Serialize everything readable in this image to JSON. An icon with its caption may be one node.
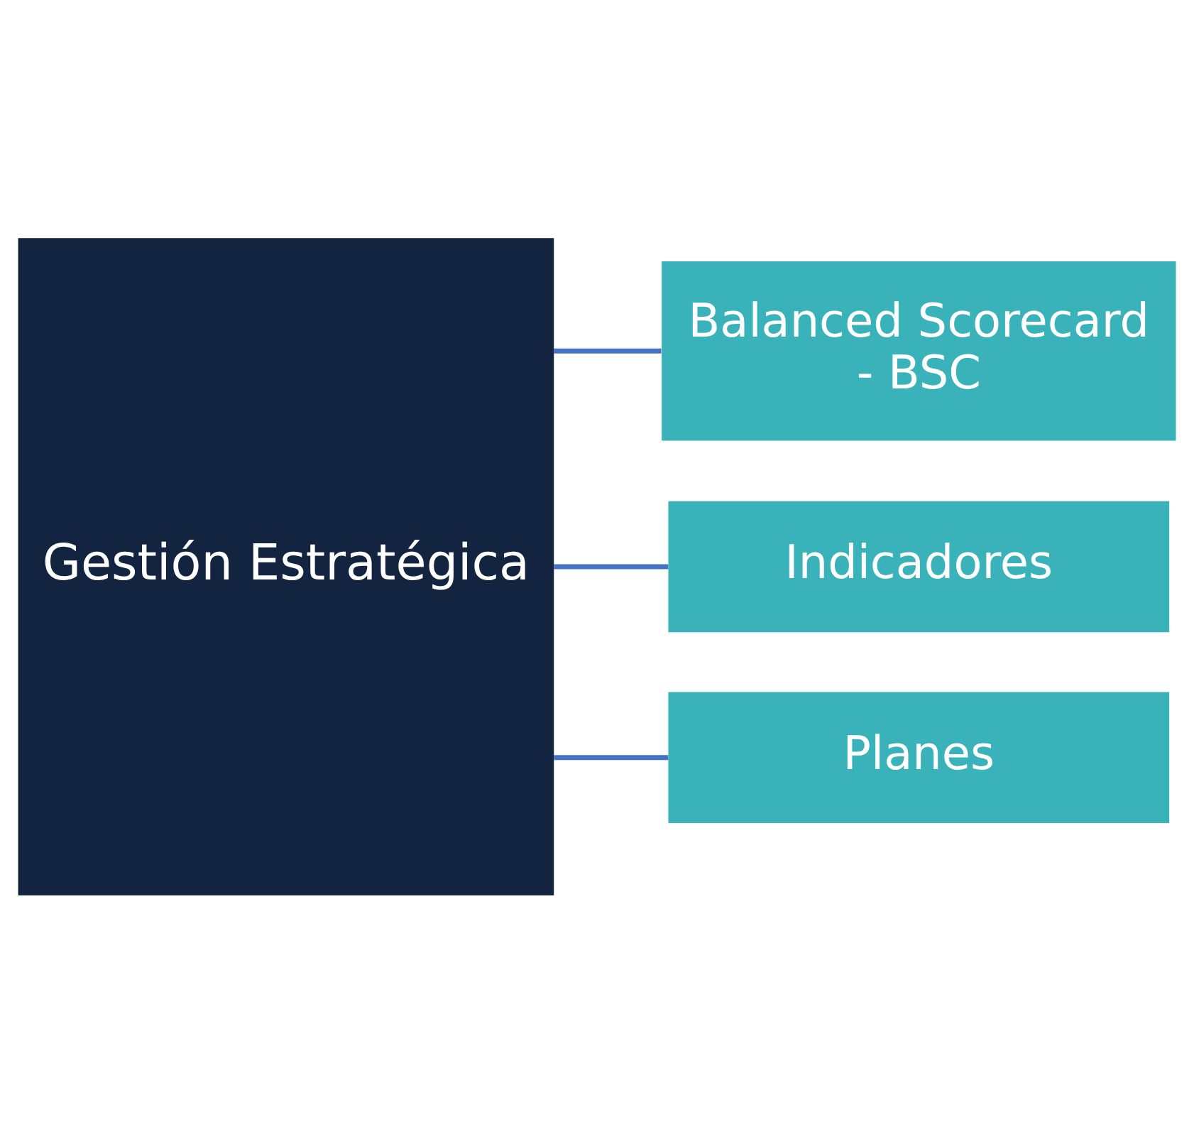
{
  "diagram": {
    "nodes": [
      {
        "text": [
          "Gestión Estratégica"
        ]
      },
      {
        "text": [
          "Balanced Scorecard - BSC"
        ]
      },
      {
        "text": [
          "Indicadores"
        ]
      },
      {
        "text": [
          "Planes"
        ]
      }
    ],
    "edges": [
      {
        "from": 0,
        "to": 1,
        "arrow": "none"
      },
      {
        "from": 0,
        "to": 2,
        "arrow": "none"
      },
      {
        "from": 0,
        "to": 3,
        "arrow": "none"
      }
    ]
  }
}
